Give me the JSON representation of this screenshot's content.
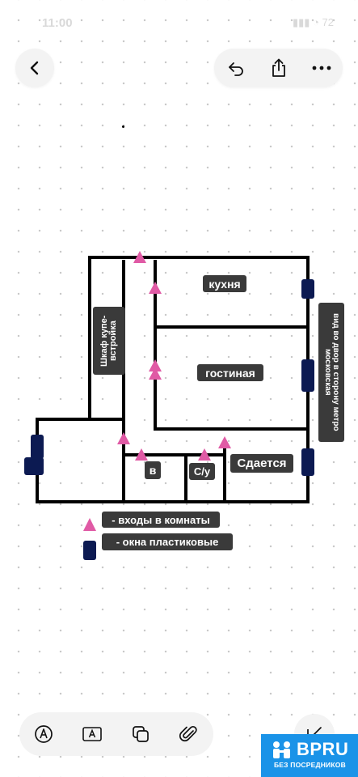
{
  "status_bar": {
    "time": "11:00",
    "icons": "▮▮▮  ◔  72"
  },
  "toolbar": {
    "back_icon": "chevron-left-icon",
    "undo_icon": "undo-icon",
    "share_icon": "share-icon",
    "more_icon": "more-icon"
  },
  "floorplan": {
    "rooms": {
      "kitchen": "кухня",
      "living_room": "гостиная",
      "for_rent": "Сдается",
      "vestibule": "в",
      "bathroom": "С/у"
    },
    "closet_label": "Шкаф купе- встройка",
    "view_label": "вид во двор в сторону метро московская"
  },
  "legend": {
    "entrances": "- входы в комнаты",
    "windows": "- окна пластиковые"
  },
  "colors": {
    "wall": "#000000",
    "entrance_marker": "#e05aa5",
    "window_marker": "#0c1a52",
    "label_bg": "#3a3a3a",
    "brand": "#1a93e8"
  },
  "bottom_toolbar": {
    "markup_icon": "markup-pen-icon",
    "text_icon": "text-box-icon",
    "shapes_icon": "shapes-icon",
    "attach_icon": "paperclip-icon",
    "compose_icon": "compose-icon"
  },
  "brand": {
    "name": "BPRU",
    "tagline": "БЕЗ ПОСРЕДНИКОВ"
  }
}
